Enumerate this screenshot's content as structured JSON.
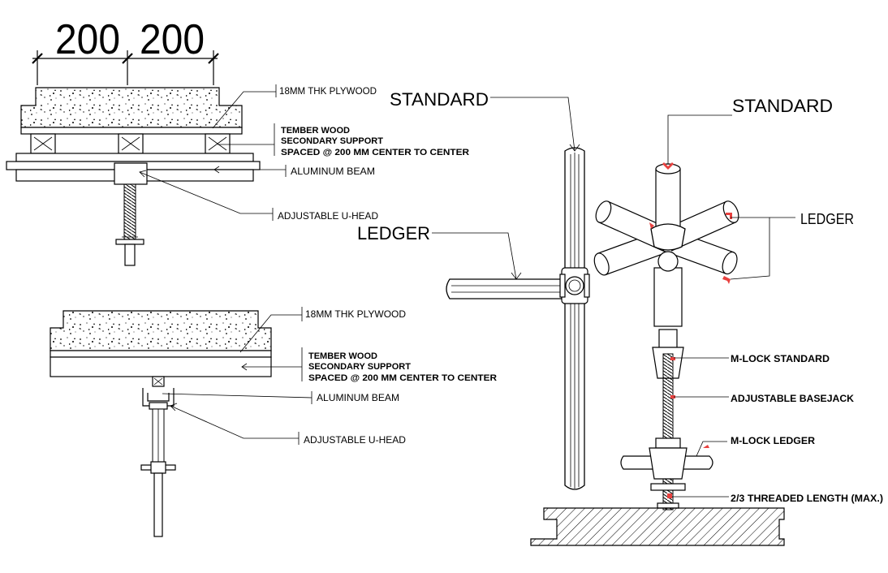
{
  "dimensions": {
    "left": "200",
    "right": "200"
  },
  "detail_top": {
    "plywood": "18MM THK PLYWOOD",
    "timber_line1": "TEMBER WOOD",
    "timber_line2": "SECONDARY SUPPORT",
    "timber_line3": "SPACED @ 200 MM CENTER TO CENTER",
    "beam": "ALUMINUM BEAM",
    "uhead": "ADJUSTABLE U-HEAD"
  },
  "detail_bottom": {
    "plywood": "18MM THK PLYWOOD",
    "timber_line1": "TEMBER WOOD",
    "timber_line2": "SECONDARY SUPPORT",
    "timber_line3": "SPACED @ 200 MM CENTER TO CENTER",
    "beam": "ALUMINUM BEAM",
    "uhead": "ADJUSTABLE U-HEAD"
  },
  "middle": {
    "standard": "STANDARD",
    "ledger": "LEDGER"
  },
  "right": {
    "standard": "STANDARD",
    "ledger": "LEDGER",
    "mlock_standard": "M-LOCK STANDARD",
    "basejack": "ADJUSTABLE BASEJACK",
    "mlock_ledger": "M-LOCK LEDGER",
    "threaded": "2/3 THREADED LENGTH (MAX.)"
  },
  "colors": {
    "marker": "#e8413f",
    "line": "#000000"
  }
}
